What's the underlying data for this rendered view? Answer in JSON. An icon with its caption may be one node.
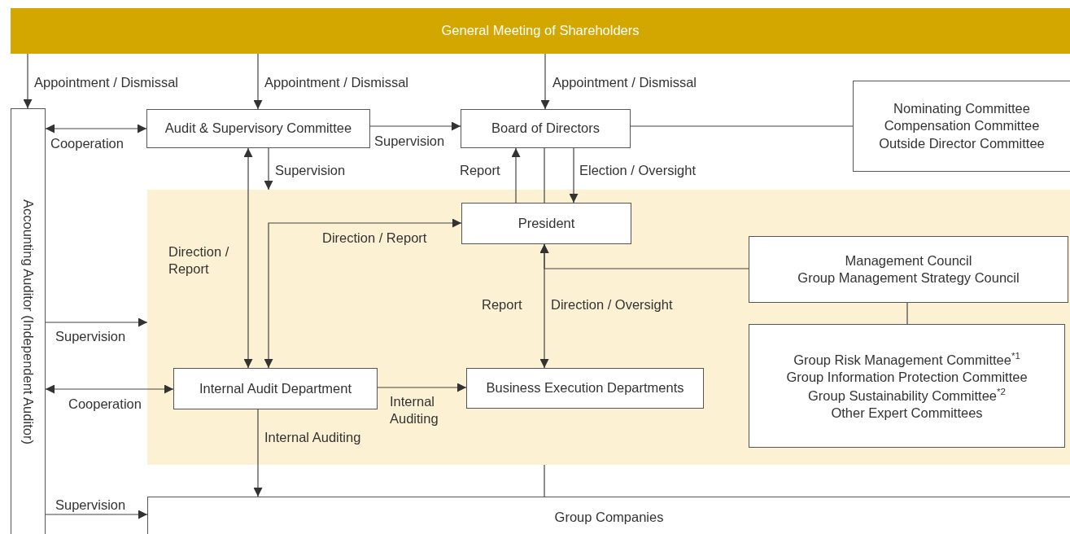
{
  "diagram": {
    "nodes": [
      {
        "text": [
          "General Meeting of Shareholders"
        ]
      },
      {
        "text": [
          "Accounting Auditor (Independent Auditor)"
        ]
      },
      {
        "text": [
          "Audit & Supervisory Committee"
        ]
      },
      {
        "text": [
          "Board of Directors"
        ]
      },
      {
        "text": [
          "Nominating Committee",
          "Compensation Committee",
          "Outside Director Committee"
        ]
      },
      {
        "text": [],
        "shape": "box"
      },
      {
        "text": [
          "President"
        ],
        "in": 5
      },
      {
        "text": [
          "Management Council",
          "Group Management Strategy Council"
        ],
        "in": 5
      },
      {
        "text": [
          "Group Risk Management Committee$^{*1}$",
          "Group Information Protection Committee",
          "Group Sustainability Committee$^{*2}$",
          "Other Expert Committees"
        ],
        "in": 5
      },
      {
        "text": [
          "Internal Audit Department"
        ],
        "in": 5
      },
      {
        "text": [
          "Business Execution Departments"
        ],
        "in": 5
      },
      {
        "text": [
          "Group Companies"
        ]
      }
    ],
    "edges": [
      {
        "from": 0,
        "to": 1,
        "arrow": "to",
        "label": "Appointment / Dismissal"
      },
      {
        "from": 0,
        "to": 2,
        "arrow": "to",
        "label": "Appointment / Dismissal"
      },
      {
        "from": 0,
        "to": 3,
        "arrow": "to",
        "label": "Appointment / Dismissal"
      },
      {
        "from": 1,
        "to": 2,
        "arrow": "both",
        "label": "Cooperation"
      },
      {
        "from": 2,
        "to": 3,
        "arrow": "to",
        "label": "Supervision"
      },
      {
        "from": 3,
        "to": 4,
        "arrow": "none"
      },
      {
        "from": 2,
        "to": 5,
        "arrow": "to",
        "label": "Supervision"
      },
      {
        "from": 6,
        "to": 3,
        "arrow": "to",
        "label": "Report"
      },
      {
        "from": 3,
        "to": 6,
        "arrow": "none"
      },
      {
        "from": 3,
        "to": 6,
        "arrow": "to",
        "label": "Election / Oversight"
      },
      {
        "from": 2,
        "to": 9,
        "arrow": "both",
        "label": "Direction / Report"
      },
      {
        "from": 6,
        "to": 9,
        "arrow": "both",
        "label": "Direction / Report"
      },
      {
        "from": 6,
        "to": 10,
        "arrow": "both",
        "label": "Direction / Oversight"
      },
      {
        "from": 7,
        "to": 6,
        "arrow": "to"
      },
      {
        "from": 7,
        "to": 8,
        "arrow": "none"
      },
      {
        "from": 1,
        "to": 5,
        "arrow": "to",
        "label": "Supervision"
      },
      {
        "from": 1,
        "to": 9,
        "arrow": "both",
        "label": "Cooperation"
      },
      {
        "from": 9,
        "to": 10,
        "arrow": "to",
        "label": "Internal Auditing"
      },
      {
        "from": 9,
        "to": 11,
        "arrow": "to",
        "label": "Internal Auditing"
      },
      {
        "from": 1,
        "to": 11,
        "arrow": "to",
        "label": "Supervision"
      },
      {
        "from": 5,
        "to": 11,
        "arrow": "none"
      }
    ],
    "labels": [
      "Report"
    ]
  }
}
